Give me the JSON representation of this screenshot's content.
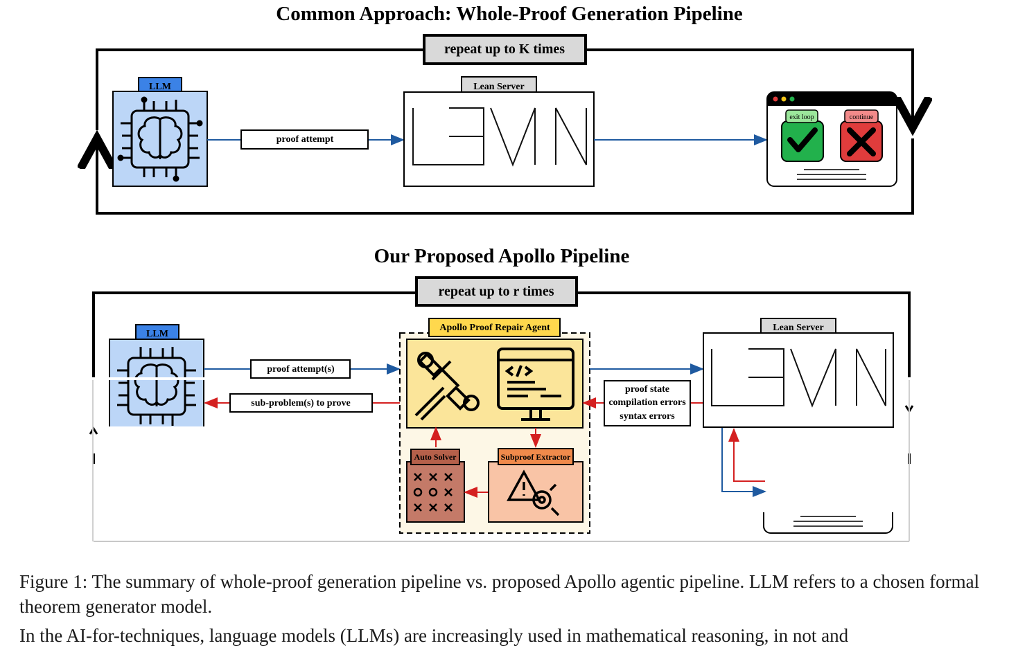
{
  "top": {
    "title": "Common Approach: Whole-Proof Generation Pipeline",
    "repeat_label": "repeat up to K times",
    "llm_label": "LLM",
    "server_label": "Lean Server",
    "edge_label": "proof attempt",
    "exit_label": "exit loop",
    "continue_label": "continue"
  },
  "bottom": {
    "title": "Our Proposed Apollo Pipeline",
    "repeat_label": "repeat up to r times",
    "llm_label": "LLM",
    "agent_label": "Apollo Proof Repair Agent",
    "server_label": "Lean Server",
    "edge_attempts": "proof attempt(s)",
    "edge_subproblems": "sub-problem(s) to prove",
    "feedback_lines": [
      "proof state",
      "compilation errors",
      "syntax errors"
    ],
    "auto_solver_label": "Auto Solver",
    "subproof_label": "Subproof Extractor"
  },
  "caption": "Figure 1: The summary of whole-proof generation pipeline vs. proposed Apollo agentic pipeline. LLM refers to a chosen formal theorem generator model.",
  "caption_continued": "In the AI-for-techniques, language models (LLMs) are increasingly used in mathematical reasoning, in not and",
  "colors": {
    "llm_fill": "#bcd6f7",
    "llm_tag": "#3b82e6",
    "agent_tag": "#ffd84d",
    "agent_fill": "#fbe59a",
    "agent_bg": "#fdf7e6",
    "auto_solver": "#c47a68",
    "auto_solver_tag": "#b5604a",
    "subproof": "#f9c4a6",
    "subproof_tag": "#f08a4b",
    "check": "#22b14c",
    "cross": "#e03c3c",
    "blue_arrow": "#1f5aa0",
    "red_arrow": "#d42020"
  }
}
